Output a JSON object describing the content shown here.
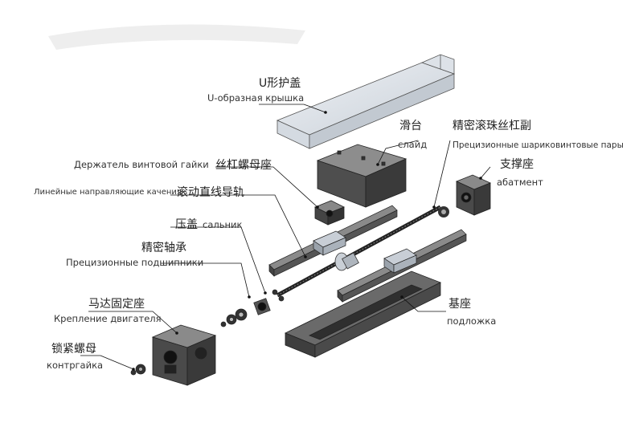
{
  "labels": {
    "u_cover": {
      "zh": "U形护盖",
      "ru": "U-образная крышка"
    },
    "slide": {
      "zh": "滑台",
      "ru": "слайд"
    },
    "ballscrew": {
      "zh": "精密滚珠丝杠副",
      "ru": "Прецизионные шариковинтовые пары"
    },
    "nut_holder": {
      "zh": "丝杠螺母座",
      "ru": "Держатель винтовой гайки"
    },
    "support": {
      "zh": "支撑座",
      "ru": "абатмент"
    },
    "rail": {
      "zh": "滚动直线导轨",
      "ru": "Линейные направляющие качения"
    },
    "gland": {
      "zh": "压盖",
      "ru": "сальник"
    },
    "bearing": {
      "zh": "精密轴承",
      "ru": "Прецизионные подшипники"
    },
    "motor_mount": {
      "zh": "马达固定座",
      "ru": "Крепление двигателя"
    },
    "base": {
      "zh": "基座",
      "ru": "подложка"
    },
    "locknut": {
      "zh": "锁紧螺母",
      "ru": "контргайка"
    }
  },
  "colors": {
    "metal_light": "#dfe4ea",
    "metal_mid": "#b9c0c8",
    "dark_top": "#7a7a7a",
    "dark_side": "#4a4a4a",
    "dark_front": "#333333",
    "line": "#111111"
  }
}
